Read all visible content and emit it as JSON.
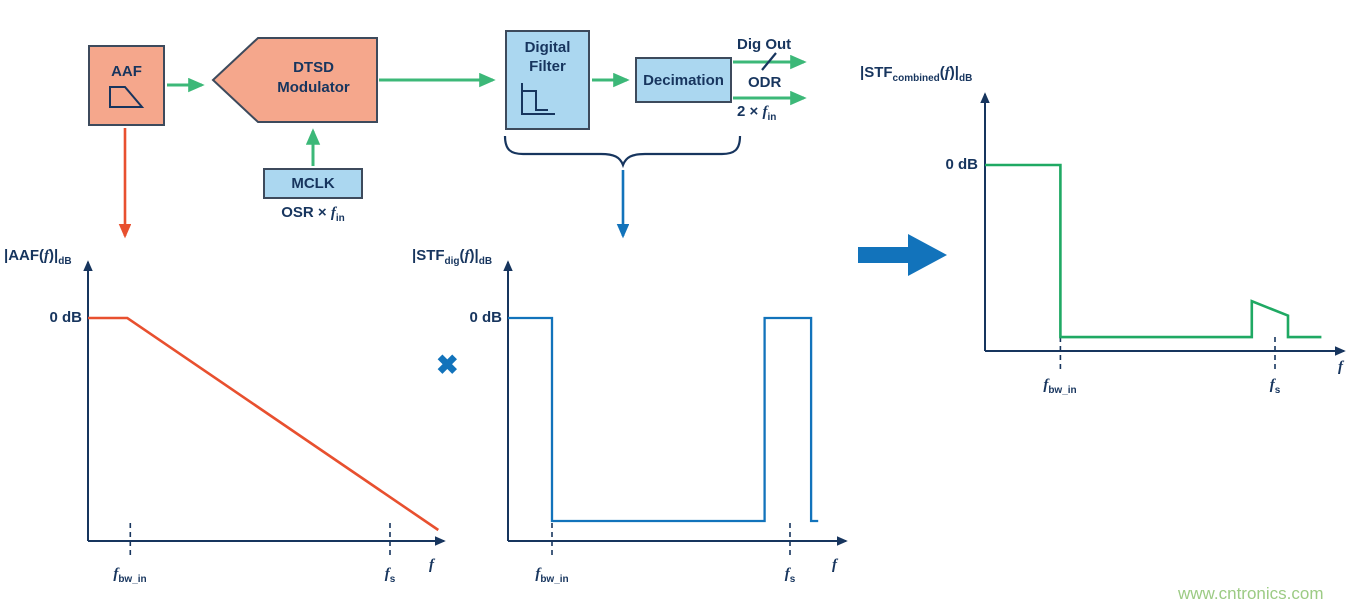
{
  "watermark": "www.cntronics.com",
  "colors": {
    "block_salmon": "#F5A78C",
    "block_blue": "#ABD7F0",
    "block_border": "#3D4A5C",
    "arrow_green": "#3CB878",
    "accent_red": "#E8502F",
    "accent_blue": "#1273BB",
    "text_navy": "#17355E",
    "plot_green": "#1FA963",
    "watermark_green": "#9CCB84"
  },
  "diagram": {
    "aaf": {
      "label": "AAF"
    },
    "modulator": {
      "line1": "DTSD",
      "line2": "Modulator"
    },
    "digital_filter": {
      "line1": "Digital",
      "line2": "Filter"
    },
    "decimation": {
      "label": "Decimation"
    },
    "mclk": {
      "label": "MCLK"
    },
    "mclk_rate": {
      "pre": "OSR × ",
      "f": "f",
      "sub": "in"
    },
    "dig_out": {
      "label": "Dig Out"
    },
    "odr": {
      "label": "ODR"
    },
    "odr_rate": {
      "pre": "2 × ",
      "f": "f",
      "sub": "in"
    },
    "multiply": "✖"
  },
  "plots": {
    "aaf": {
      "ylabel": {
        "pre": "|AAF(",
        "f": "f",
        "post": ")|",
        "sub": "dB"
      },
      "zero_db": "0 dB",
      "tick1": {
        "f": "f",
        "sub": "bw_in"
      },
      "tick2": {
        "f": "f",
        "sub": "s"
      },
      "xlabel": "f"
    },
    "stf_dig": {
      "ylabel": {
        "pre": "|STF",
        "sub1": "dig",
        "mid": "(",
        "f": "f",
        "post": ")|",
        "sub2": "dB"
      },
      "zero_db": "0 dB",
      "tick1": {
        "f": "f",
        "sub": "bw_in"
      },
      "tick2": {
        "f": "f",
        "sub": "s"
      },
      "xlabel": "f"
    },
    "stf_combined": {
      "ylabel": {
        "pre": "|STF",
        "sub1": "combined",
        "mid": "(",
        "f": "f",
        "post": ")|",
        "sub2": "dB"
      },
      "zero_db": "0 dB",
      "tick1": {
        "f": "f",
        "sub": "bw_in"
      },
      "tick2": {
        "f": "f",
        "sub": "s"
      },
      "xlabel": "f"
    }
  },
  "chart_data": [
    {
      "type": "line",
      "title": "Analog anti-aliasing filter magnitude response",
      "ylabel": "|AAF(f)|dB",
      "xlabel": "f",
      "y_unit": "dB",
      "x_unit": "fraction of fs",
      "reference_level": "0 dB",
      "x_ticks": [
        {
          "label": "f_bw_in",
          "x": 0.14
        },
        {
          "label": "f_s",
          "x": 1.0
        }
      ],
      "series": [
        {
          "name": "AAF",
          "color": "#E8502F",
          "points": [
            [
              0,
              0
            ],
            [
              0.13,
              0
            ],
            [
              1.16,
              -76
            ]
          ]
        }
      ]
    },
    {
      "type": "line",
      "title": "Digital filter signal transfer function",
      "ylabel": "|STF_dig(f)|dB",
      "xlabel": "f",
      "y_unit": "dB",
      "x_unit": "fraction of fs",
      "reference_level": "0 dB",
      "x_ticks": [
        {
          "label": "f_bw_in",
          "x": 0.156
        },
        {
          "label": "f_s",
          "x": 1.0
        }
      ],
      "series": [
        {
          "name": "STF_dig",
          "color": "#1273BB",
          "points": [
            [
              0,
              0
            ],
            [
              0.156,
              0
            ],
            [
              0.156,
              -72
            ],
            [
              0.91,
              -72
            ],
            [
              0.91,
              0
            ],
            [
              1.075,
              0
            ],
            [
              1.075,
              -72
            ],
            [
              1.1,
              -72
            ]
          ]
        }
      ]
    },
    {
      "type": "line",
      "title": "Combined signal transfer function",
      "ylabel": "|STF_combined(f)|dB",
      "xlabel": "f",
      "y_unit": "dB",
      "x_unit": "fraction of fs",
      "reference_level": "0 dB",
      "x_ticks": [
        {
          "label": "f_bw_in",
          "x": 0.26
        },
        {
          "label": "f_s",
          "x": 1.0
        }
      ],
      "series": [
        {
          "name": "STF_combined",
          "color": "#1FA963",
          "points": [
            [
              0,
              0
            ],
            [
              0.26,
              0
            ],
            [
              0.26,
              -72
            ],
            [
              0.92,
              -72
            ],
            [
              0.92,
              -57
            ],
            [
              1.045,
              -63
            ],
            [
              1.045,
              -72
            ],
            [
              1.16,
              -72
            ]
          ]
        }
      ]
    }
  ]
}
